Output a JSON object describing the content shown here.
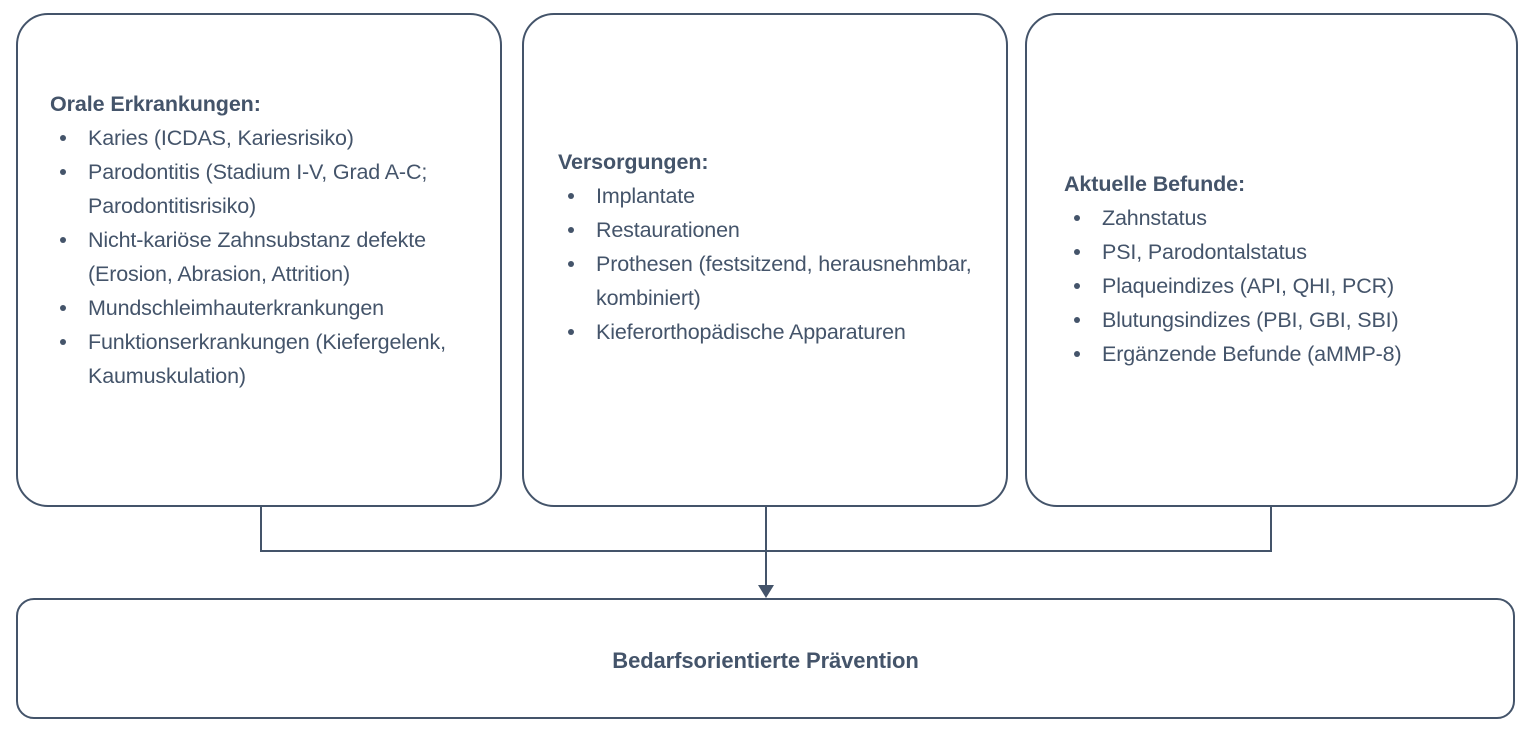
{
  "diagram": {
    "title_text": "Bedarfsorientierte Prävention",
    "stroke_color": "#44546A",
    "text_color": "#44546A",
    "background_color": "#FFFFFF",
    "boxes": [
      {
        "id": "orale-erkrankungen",
        "heading": "Orale Erkrankungen:",
        "items": [
          "Karies (ICDAS, Kariesrisiko)",
          "Parodontitis (Stadium I-V, Grad A-C; Parodontitisrisiko)",
          "Nicht-kariöse Zahnsubstanz defekte (Erosion, Abrasion, Attrition)",
          "Mundschleimhauterkrankungen",
          "Funktionserkrankungen (Kiefergelenk, Kaumuskulation)"
        ]
      },
      {
        "id": "versorgungen",
        "heading": "Versorgungen:",
        "items": [
          "Implantate",
          "Restaurationen",
          "Prothesen (festsitzend, herausnehmbar, kombiniert)",
          "Kieferorthopädische Apparaturen"
        ]
      },
      {
        "id": "aktuelle-befunde",
        "heading": "Aktuelle Befunde:",
        "items": [
          "Zahnstatus",
          "PSI, Parodontalstatus",
          "Plaqueindizes (API, QHI, PCR)",
          "Blutungsindizes (PBI, GBI, SBI)",
          "Ergänzende Befunde (aMMP-8)"
        ]
      }
    ],
    "outcome": {
      "label": "Bedarfsorientierte Prävention"
    }
  }
}
